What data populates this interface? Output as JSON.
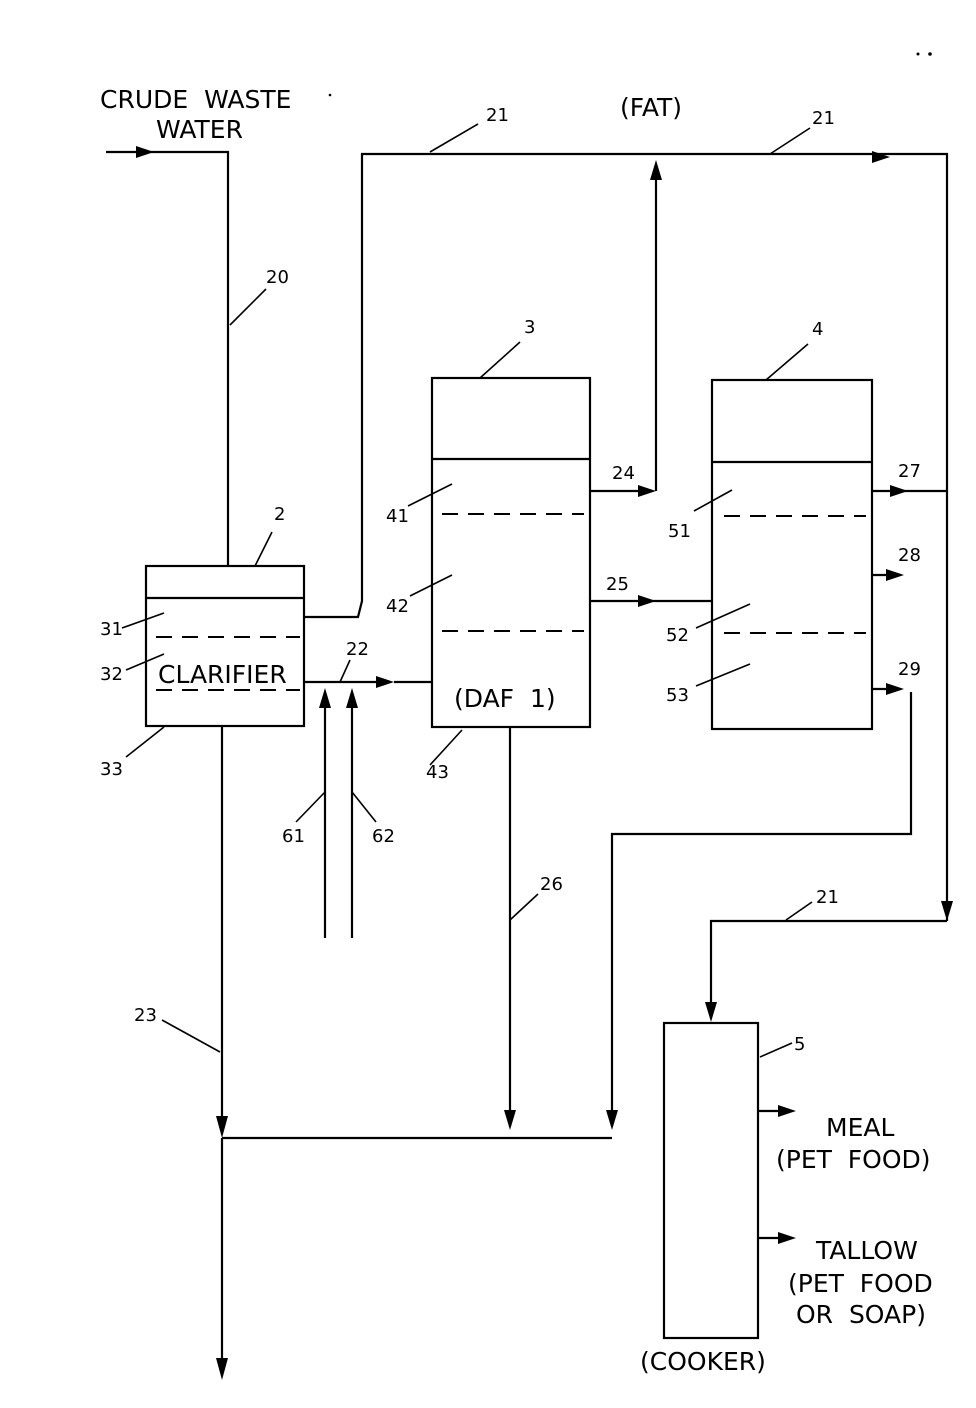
{
  "labels": {
    "crude_waste": "CRUDE  WASTE",
    "water": "WATER",
    "fat": "(FAT)",
    "clarifier": "CLARIFIER",
    "daf": "(DAF  1)",
    "meal": "MEAL",
    "pet_food": "(PET  FOOD)",
    "tallow": "TALLOW",
    "pet_food2": "(PET  FOOD",
    "or_soap": "OR  SOAP)",
    "cooker": "(COOKER)"
  },
  "refs": {
    "r2": "2",
    "r3": "3",
    "r4": "4",
    "r5": "5",
    "r20": "20",
    "r21a": "21",
    "r21b": "21",
    "r21c": "21",
    "r22": "22",
    "r23": "23",
    "r24": "24",
    "r25": "25",
    "r26": "26",
    "r27": "27",
    "r28": "28",
    "r29": "29",
    "r31": "31",
    "r32": "32",
    "r33": "33",
    "r41": "41",
    "r42": "42",
    "r43": "43",
    "r51": "51",
    "r52": "52",
    "r53": "53",
    "r61": "61",
    "r62": "62"
  }
}
